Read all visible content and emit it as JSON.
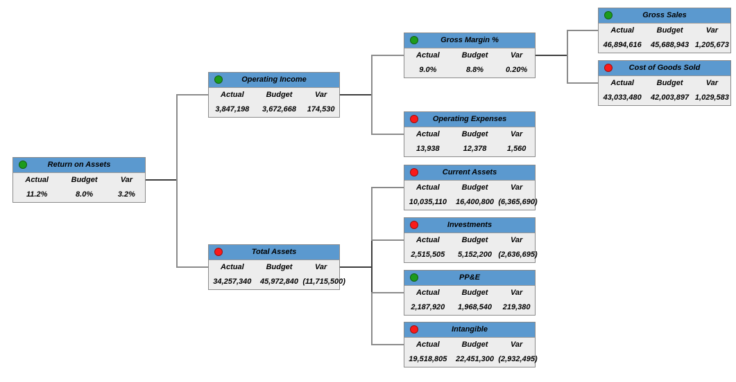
{
  "labels": {
    "actual": "Actual",
    "budget": "Budget",
    "var": "Var"
  },
  "status_colors": {
    "green": "#1d9b1d",
    "red": "#fa1a1a"
  },
  "connector_colors": {
    "branch": "#8a8a8a",
    "stub": "#3c3c3c"
  },
  "header_color": "#5b99cf",
  "body_color": "#ededed",
  "nodes": [
    {
      "id": "return-on-assets",
      "title": "Return on Assets",
      "status": "green",
      "status_color": "#1d9b1d",
      "actual": "11.2%",
      "budget": "8.0%",
      "var": "3.2%"
    },
    {
      "id": "operating-income",
      "title": "Operating Income",
      "status": "green",
      "status_color": "#1d9b1d",
      "actual": "3,847,198",
      "budget": "3,672,668",
      "var": "174,530"
    },
    {
      "id": "gross-margin-pct",
      "title": "Gross Margin %",
      "status": "green",
      "status_color": "#1d9b1d",
      "actual": "9.0%",
      "budget": "8.8%",
      "var": "0.20%"
    },
    {
      "id": "operating-expenses",
      "title": "Operating Expenses",
      "status": "red",
      "status_color": "#fa1a1a",
      "actual": "13,938",
      "budget": "12,378",
      "var": "1,560"
    },
    {
      "id": "gross-sales",
      "title": "Gross Sales",
      "status": "green",
      "status_color": "#1d9b1d",
      "actual": "46,894,616",
      "budget": "45,688,943",
      "var": "1,205,673"
    },
    {
      "id": "cost-of-goods-sold",
      "title": "Cost of Goods Sold",
      "status": "red",
      "status_color": "#fa1a1a",
      "actual": "43,033,480",
      "budget": "42,003,897",
      "var": "1,029,583"
    },
    {
      "id": "total-assets",
      "title": "Total Assets",
      "status": "red",
      "status_color": "#fa1a1a",
      "actual": "34,257,340",
      "budget": "45,972,840",
      "var": "(11,715,500)"
    },
    {
      "id": "current-assets",
      "title": "Current Assets",
      "status": "red",
      "status_color": "#fa1a1a",
      "actual": "10,035,110",
      "budget": "16,400,800",
      "var": "(6,365,690)"
    },
    {
      "id": "investments",
      "title": "Investments",
      "status": "red",
      "status_color": "#fa1a1a",
      "actual": "2,515,505",
      "budget": "5,152,200",
      "var": "(2,636,695)"
    },
    {
      "id": "ppe",
      "title": "PP&E",
      "status": "green",
      "status_color": "#1d9b1d",
      "actual": "2,187,920",
      "budget": "1,968,540",
      "var": "219,380"
    },
    {
      "id": "intangible",
      "title": "Intangible",
      "status": "red",
      "status_color": "#fa1a1a",
      "actual": "19,518,805",
      "budget": "22,451,300",
      "var": "(2,932,495)"
    }
  ],
  "edges": [
    {
      "from": "return-on-assets",
      "to": [
        "operating-income",
        "total-assets"
      ]
    },
    {
      "from": "operating-income",
      "to": [
        "gross-margin-pct",
        "operating-expenses"
      ]
    },
    {
      "from": "gross-margin-pct",
      "to": [
        "gross-sales",
        "cost-of-goods-sold"
      ]
    },
    {
      "from": "total-assets",
      "to": [
        "current-assets",
        "investments",
        "ppe",
        "intangible"
      ]
    }
  ]
}
